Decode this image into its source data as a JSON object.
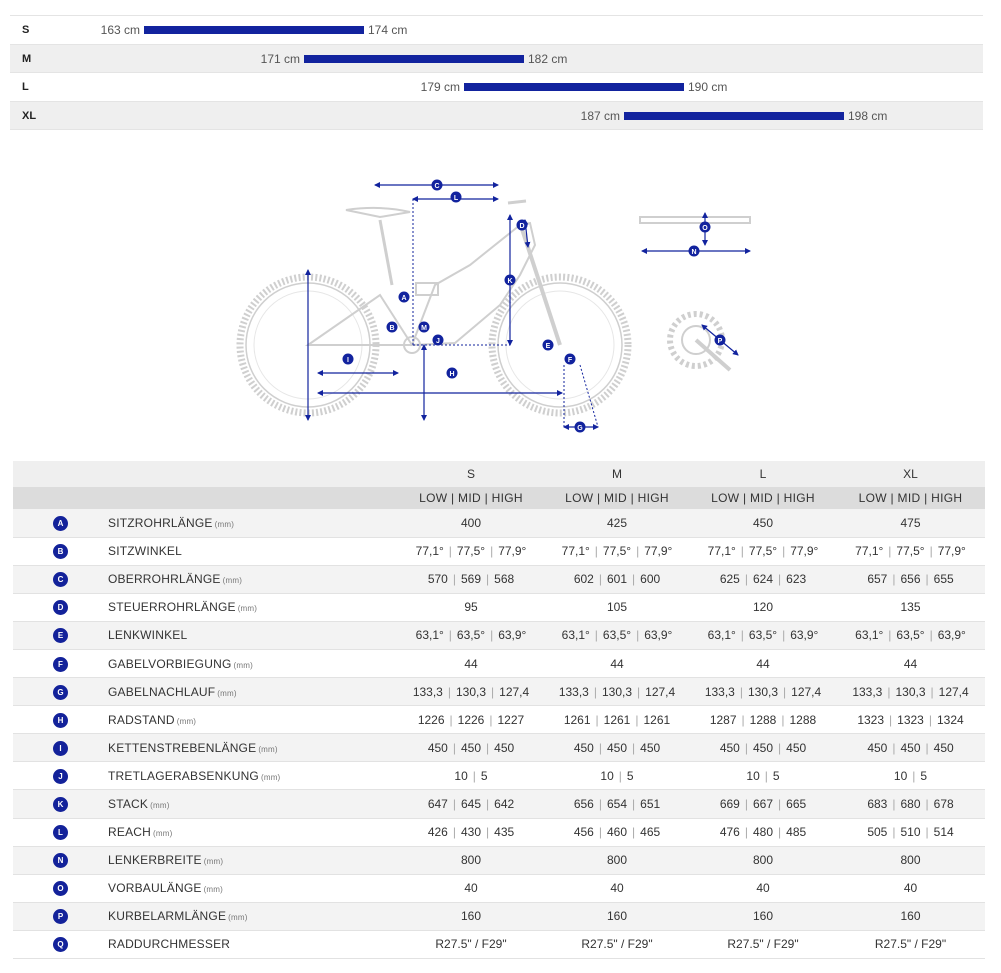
{
  "size_chart": [
    {
      "size": "S",
      "min": "163 cm",
      "max": "174 cm"
    },
    {
      "size": "M",
      "min": "171 cm",
      "max": "182 cm"
    },
    {
      "size": "L",
      "min": "179 cm",
      "max": "190 cm"
    },
    {
      "size": "XL",
      "min": "187 cm",
      "max": "198 cm"
    }
  ],
  "diagram": {
    "line_color": "#12239e",
    "frame_color": "#cfcfcf",
    "labels": [
      "A",
      "B",
      "C",
      "D",
      "E",
      "F",
      "G",
      "H",
      "I",
      "J",
      "K",
      "L",
      "M",
      "N",
      "O",
      "P"
    ]
  },
  "table": {
    "sizes": [
      "S",
      "M",
      "L",
      "XL"
    ],
    "sub_header": "LOW | MID | HIGH",
    "rows": [
      {
        "letter": "A",
        "name": "SITZROHRLÄNGE",
        "unit": "(mm)",
        "values": [
          [
            "400"
          ],
          [
            "425"
          ],
          [
            "450"
          ],
          [
            "475"
          ]
        ]
      },
      {
        "letter": "B",
        "name": "SITZWINKEL",
        "unit": "",
        "values": [
          [
            "77,1°",
            "77,5°",
            "77,9°"
          ],
          [
            "77,1°",
            "77,5°",
            "77,9°"
          ],
          [
            "77,1°",
            "77,5°",
            "77,9°"
          ],
          [
            "77,1°",
            "77,5°",
            "77,9°"
          ]
        ]
      },
      {
        "letter": "C",
        "name": "OBERROHRLÄNGE",
        "unit": "(mm)",
        "values": [
          [
            "570",
            "569",
            "568"
          ],
          [
            "602",
            "601",
            "600"
          ],
          [
            "625",
            "624",
            "623"
          ],
          [
            "657",
            "656",
            "655"
          ]
        ]
      },
      {
        "letter": "D",
        "name": "STEUERROHRLÄNGE",
        "unit": "(mm)",
        "values": [
          [
            "95"
          ],
          [
            "105"
          ],
          [
            "120"
          ],
          [
            "135"
          ]
        ]
      },
      {
        "letter": "E",
        "name": "LENKWINKEL",
        "unit": "",
        "values": [
          [
            "63,1°",
            "63,5°",
            "63,9°"
          ],
          [
            "63,1°",
            "63,5°",
            "63,9°"
          ],
          [
            "63,1°",
            "63,5°",
            "63,9°"
          ],
          [
            "63,1°",
            "63,5°",
            "63,9°"
          ]
        ]
      },
      {
        "letter": "F",
        "name": "GABELVORBIEGUNG",
        "unit": "(mm)",
        "values": [
          [
            "44"
          ],
          [
            "44"
          ],
          [
            "44"
          ],
          [
            "44"
          ]
        ]
      },
      {
        "letter": "G",
        "name": "GABELNACHLAUF",
        "unit": "(mm)",
        "values": [
          [
            "133,3",
            "130,3",
            "127,4"
          ],
          [
            "133,3",
            "130,3",
            "127,4"
          ],
          [
            "133,3",
            "130,3",
            "127,4"
          ],
          [
            "133,3",
            "130,3",
            "127,4"
          ]
        ]
      },
      {
        "letter": "H",
        "name": "RADSTAND",
        "unit": "(mm)",
        "values": [
          [
            "1226",
            "1226",
            "1227"
          ],
          [
            "1261",
            "1261",
            "1261"
          ],
          [
            "1287",
            "1288",
            "1288"
          ],
          [
            "1323",
            "1323",
            "1324"
          ]
        ]
      },
      {
        "letter": "I",
        "name": "KETTENSTREBENLÄNGE",
        "unit": "(mm)",
        "values": [
          [
            "450",
            "450",
            "450"
          ],
          [
            "450",
            "450",
            "450"
          ],
          [
            "450",
            "450",
            "450"
          ],
          [
            "450",
            "450",
            "450"
          ]
        ]
      },
      {
        "letter": "J",
        "name": "TRETLAGERABSENKUNG",
        "unit": "(mm)",
        "values": [
          [
            "10",
            "5"
          ],
          [
            "10",
            "5"
          ],
          [
            "10",
            "5"
          ],
          [
            "10",
            "5"
          ]
        ]
      },
      {
        "letter": "K",
        "name": "STACK",
        "unit": "(mm)",
        "values": [
          [
            "647",
            "645",
            "642"
          ],
          [
            "656",
            "654",
            "651"
          ],
          [
            "669",
            "667",
            "665"
          ],
          [
            "683",
            "680",
            "678"
          ]
        ]
      },
      {
        "letter": "L",
        "name": "REACH",
        "unit": "(mm)",
        "values": [
          [
            "426",
            "430",
            "435"
          ],
          [
            "456",
            "460",
            "465"
          ],
          [
            "476",
            "480",
            "485"
          ],
          [
            "505",
            "510",
            "514"
          ]
        ]
      },
      {
        "letter": "N",
        "name": "LENKERBREITE",
        "unit": "(mm)",
        "values": [
          [
            "800"
          ],
          [
            "800"
          ],
          [
            "800"
          ],
          [
            "800"
          ]
        ]
      },
      {
        "letter": "O",
        "name": "VORBAULÄNGE",
        "unit": "(mm)",
        "values": [
          [
            "40"
          ],
          [
            "40"
          ],
          [
            "40"
          ],
          [
            "40"
          ]
        ]
      },
      {
        "letter": "P",
        "name": "KURBELARMLÄNGE",
        "unit": "(mm)",
        "values": [
          [
            "160"
          ],
          [
            "160"
          ],
          [
            "160"
          ],
          [
            "160"
          ]
        ]
      },
      {
        "letter": "Q",
        "name": "RADDURCHMESSER",
        "unit": "",
        "values": [
          [
            "R27.5\" / F29\""
          ],
          [
            "R27.5\" / F29\""
          ],
          [
            "R27.5\" / F29\""
          ],
          [
            "R27.5\" / F29\""
          ]
        ]
      }
    ]
  }
}
